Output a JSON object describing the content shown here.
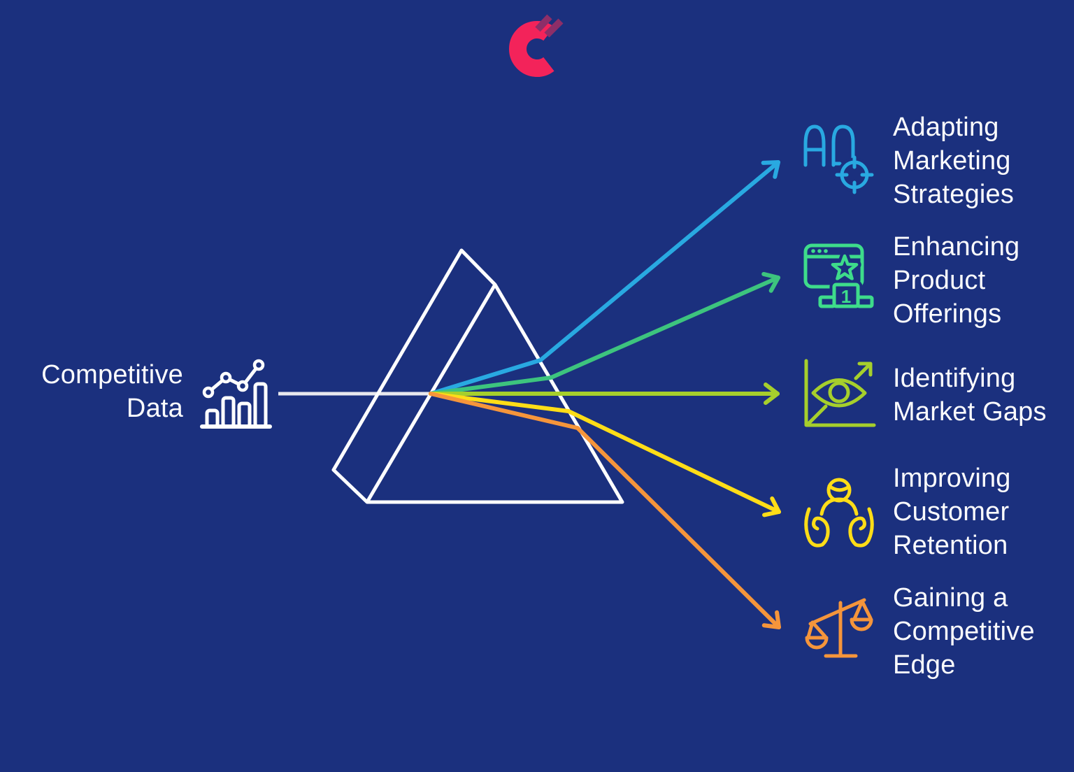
{
  "background_color": "#1B307E",
  "text_color": "#FBFBFD",
  "logo": {
    "name": "c-logo",
    "primary_color": "#F3235A",
    "stripe_color": "#8D2E68"
  },
  "source": {
    "label": "Competitive\nData",
    "icon": "bar-chart-trend-icon",
    "icon_color": "#FFFFFF",
    "beam_color": "#E8E8EE"
  },
  "prism": {
    "outline_color": "#FFFFFF"
  },
  "outputs": [
    {
      "label": "Adapting\nMarketing\nStrategies",
      "icon": "ad-target-icon",
      "color": "#29A9E1",
      "ray_color": "#29A9E1"
    },
    {
      "label": "Enhancing\nProduct\nOfferings",
      "icon": "winner-podium-icon",
      "color": "#3EDC8B",
      "ray_color": "#3DC47E",
      "badge": "1"
    },
    {
      "label": "Identifying\nMarket Gaps",
      "icon": "eye-growth-chart-icon",
      "color": "#A6CF2C",
      "ray_color": "#A6CF2C"
    },
    {
      "label": "Improving\nCustomer\nRetention",
      "icon": "customer-hands-icon",
      "color": "#FFDD17",
      "ray_color": "#FFDD17"
    },
    {
      "label": "Gaining a\nCompetitive\nEdge",
      "icon": "balance-scales-icon",
      "color": "#F5953B",
      "ray_color": "#F5953B"
    }
  ]
}
